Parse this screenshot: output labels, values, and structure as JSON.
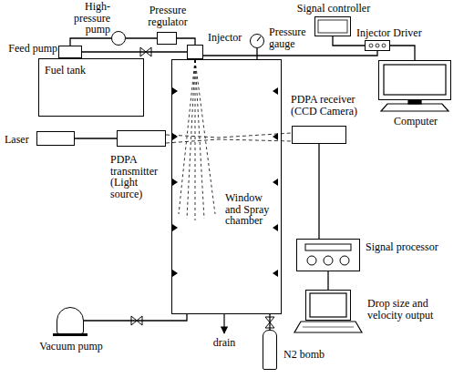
{
  "diagram": {
    "nodes": [
      {
        "text": [
          "High- pressure pump"
        ]
      },
      {
        "text": [
          "Pressure regulator"
        ]
      },
      {
        "text": [
          "Signal controller"
        ]
      },
      {
        "text": [
          "Injector Driver"
        ]
      },
      {
        "text": [
          "Feed pump"
        ]
      },
      {
        "text": [
          "Fuel tank"
        ]
      },
      {
        "text": [
          "Injector"
        ]
      },
      {
        "text": [
          "Pressure gauge"
        ]
      },
      {
        "text": [
          "Computer"
        ]
      },
      {
        "text": [
          "Window and Spray chamber"
        ]
      },
      {
        "text": [
          "PDPA receiver (CCD Camera)"
        ]
      },
      {
        "text": [
          "Laser"
        ]
      },
      {
        "text": [
          "PDPA transmitter (Light source)"
        ]
      },
      {
        "text": [
          "Signal processor"
        ]
      },
      {
        "text": [
          "Drop size and velocity output"
        ]
      },
      {
        "text": [
          "Vacuum pump"
        ]
      },
      {
        "text": [
          "N2 bomb"
        ]
      }
    ],
    "edges": [
      {
        "from": 4,
        "to": 0,
        "arrow": "none"
      },
      {
        "from": 0,
        "to": 1,
        "arrow": "none"
      },
      {
        "from": 1,
        "to": 6,
        "arrow": "none"
      },
      {
        "from": 4,
        "to": 6,
        "arrow": "none"
      },
      {
        "from": 2,
        "to": 3,
        "arrow": "none"
      },
      {
        "from": 3,
        "to": 6,
        "arrow": "none"
      },
      {
        "from": 3,
        "to": 8,
        "arrow": "none"
      },
      {
        "from": 7,
        "to": 9,
        "arrow": "none"
      },
      {
        "from": 11,
        "to": 12,
        "arrow": "none"
      },
      {
        "from": 10,
        "to": 13,
        "arrow": "none"
      },
      {
        "from": 13,
        "to": 14,
        "arrow": "none"
      },
      {
        "from": 15,
        "to": 9,
        "arrow": "none"
      },
      {
        "from": 16,
        "to": 9,
        "arrow": "none"
      }
    ],
    "labels": [
      "drain"
    ]
  }
}
